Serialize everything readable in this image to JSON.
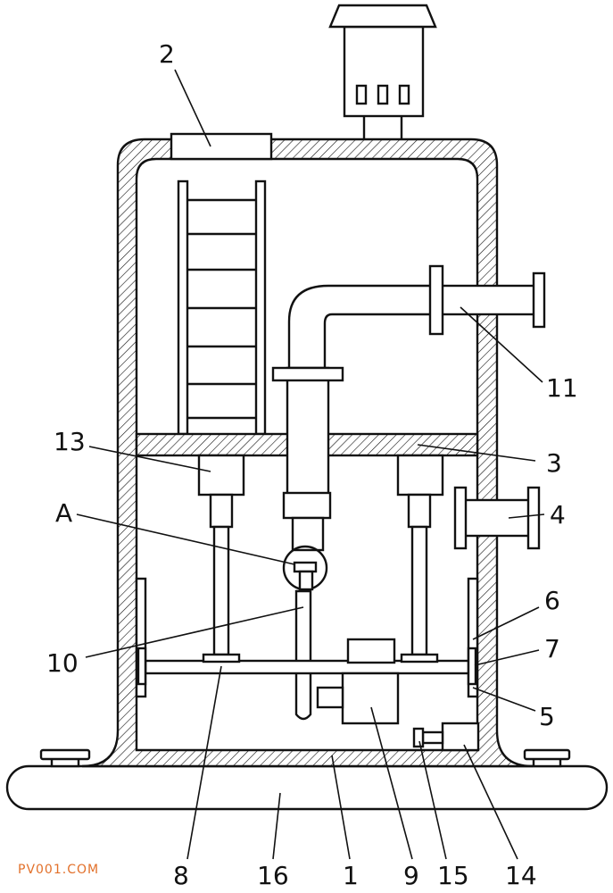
{
  "diagram": {
    "labels": {
      "n1": "1",
      "n2": "2",
      "n3": "3",
      "n4": "4",
      "n5": "5",
      "n6": "6",
      "n7": "7",
      "n8": "8",
      "n9": "9",
      "n10": "10",
      "n11": "11",
      "n13": "13",
      "n14": "14",
      "n15": "15",
      "n16": "16",
      "detail_a": "A"
    },
    "watermark": "PV001.COM"
  }
}
